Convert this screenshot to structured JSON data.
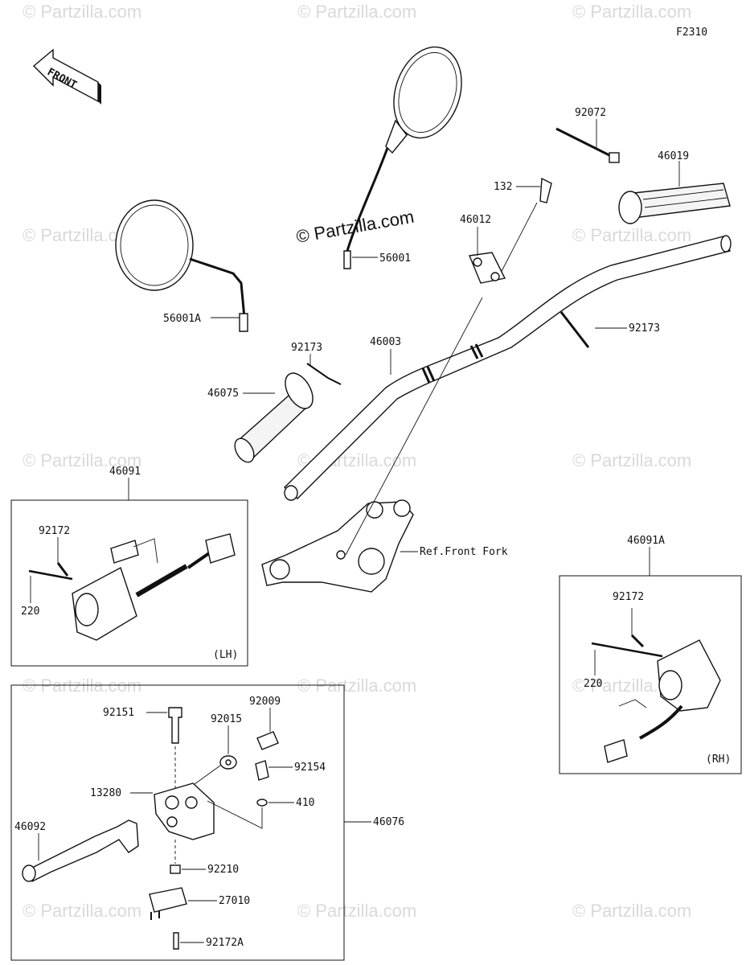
{
  "diagram_code": "F2310",
  "front_label": "FRONT",
  "copyright": "© Partzilla.com",
  "watermark": "© Partzilla.com",
  "parts": {
    "mirror_left": "56001A",
    "mirror_right": "56001",
    "band_top": "92072",
    "grip_right": "46019",
    "bolt_132": "132",
    "holder_46012": "46012",
    "band_right": "92173",
    "band_left": "92173",
    "handlebar": "46003",
    "grip_left": "46075",
    "ref_front_fork": "Ref.Front Fork",
    "switch_lh": "46091",
    "switch_rh": "46091A"
  },
  "lh_box": {
    "screw": "92172",
    "bolt": "220",
    "side": "(LH)"
  },
  "rh_box": {
    "screw": "92172",
    "bolt": "220",
    "side": "(RH)"
  },
  "lever_box": {
    "assembly": "46076",
    "bolt_pivot": "92151",
    "bolt_adjuster": "92009",
    "collar": "92015",
    "screw_92154": "92154",
    "holder": "13280",
    "washer": "410",
    "lever": "46092",
    "nut": "92210",
    "switch": "27010",
    "screw_switch": "92172A"
  }
}
